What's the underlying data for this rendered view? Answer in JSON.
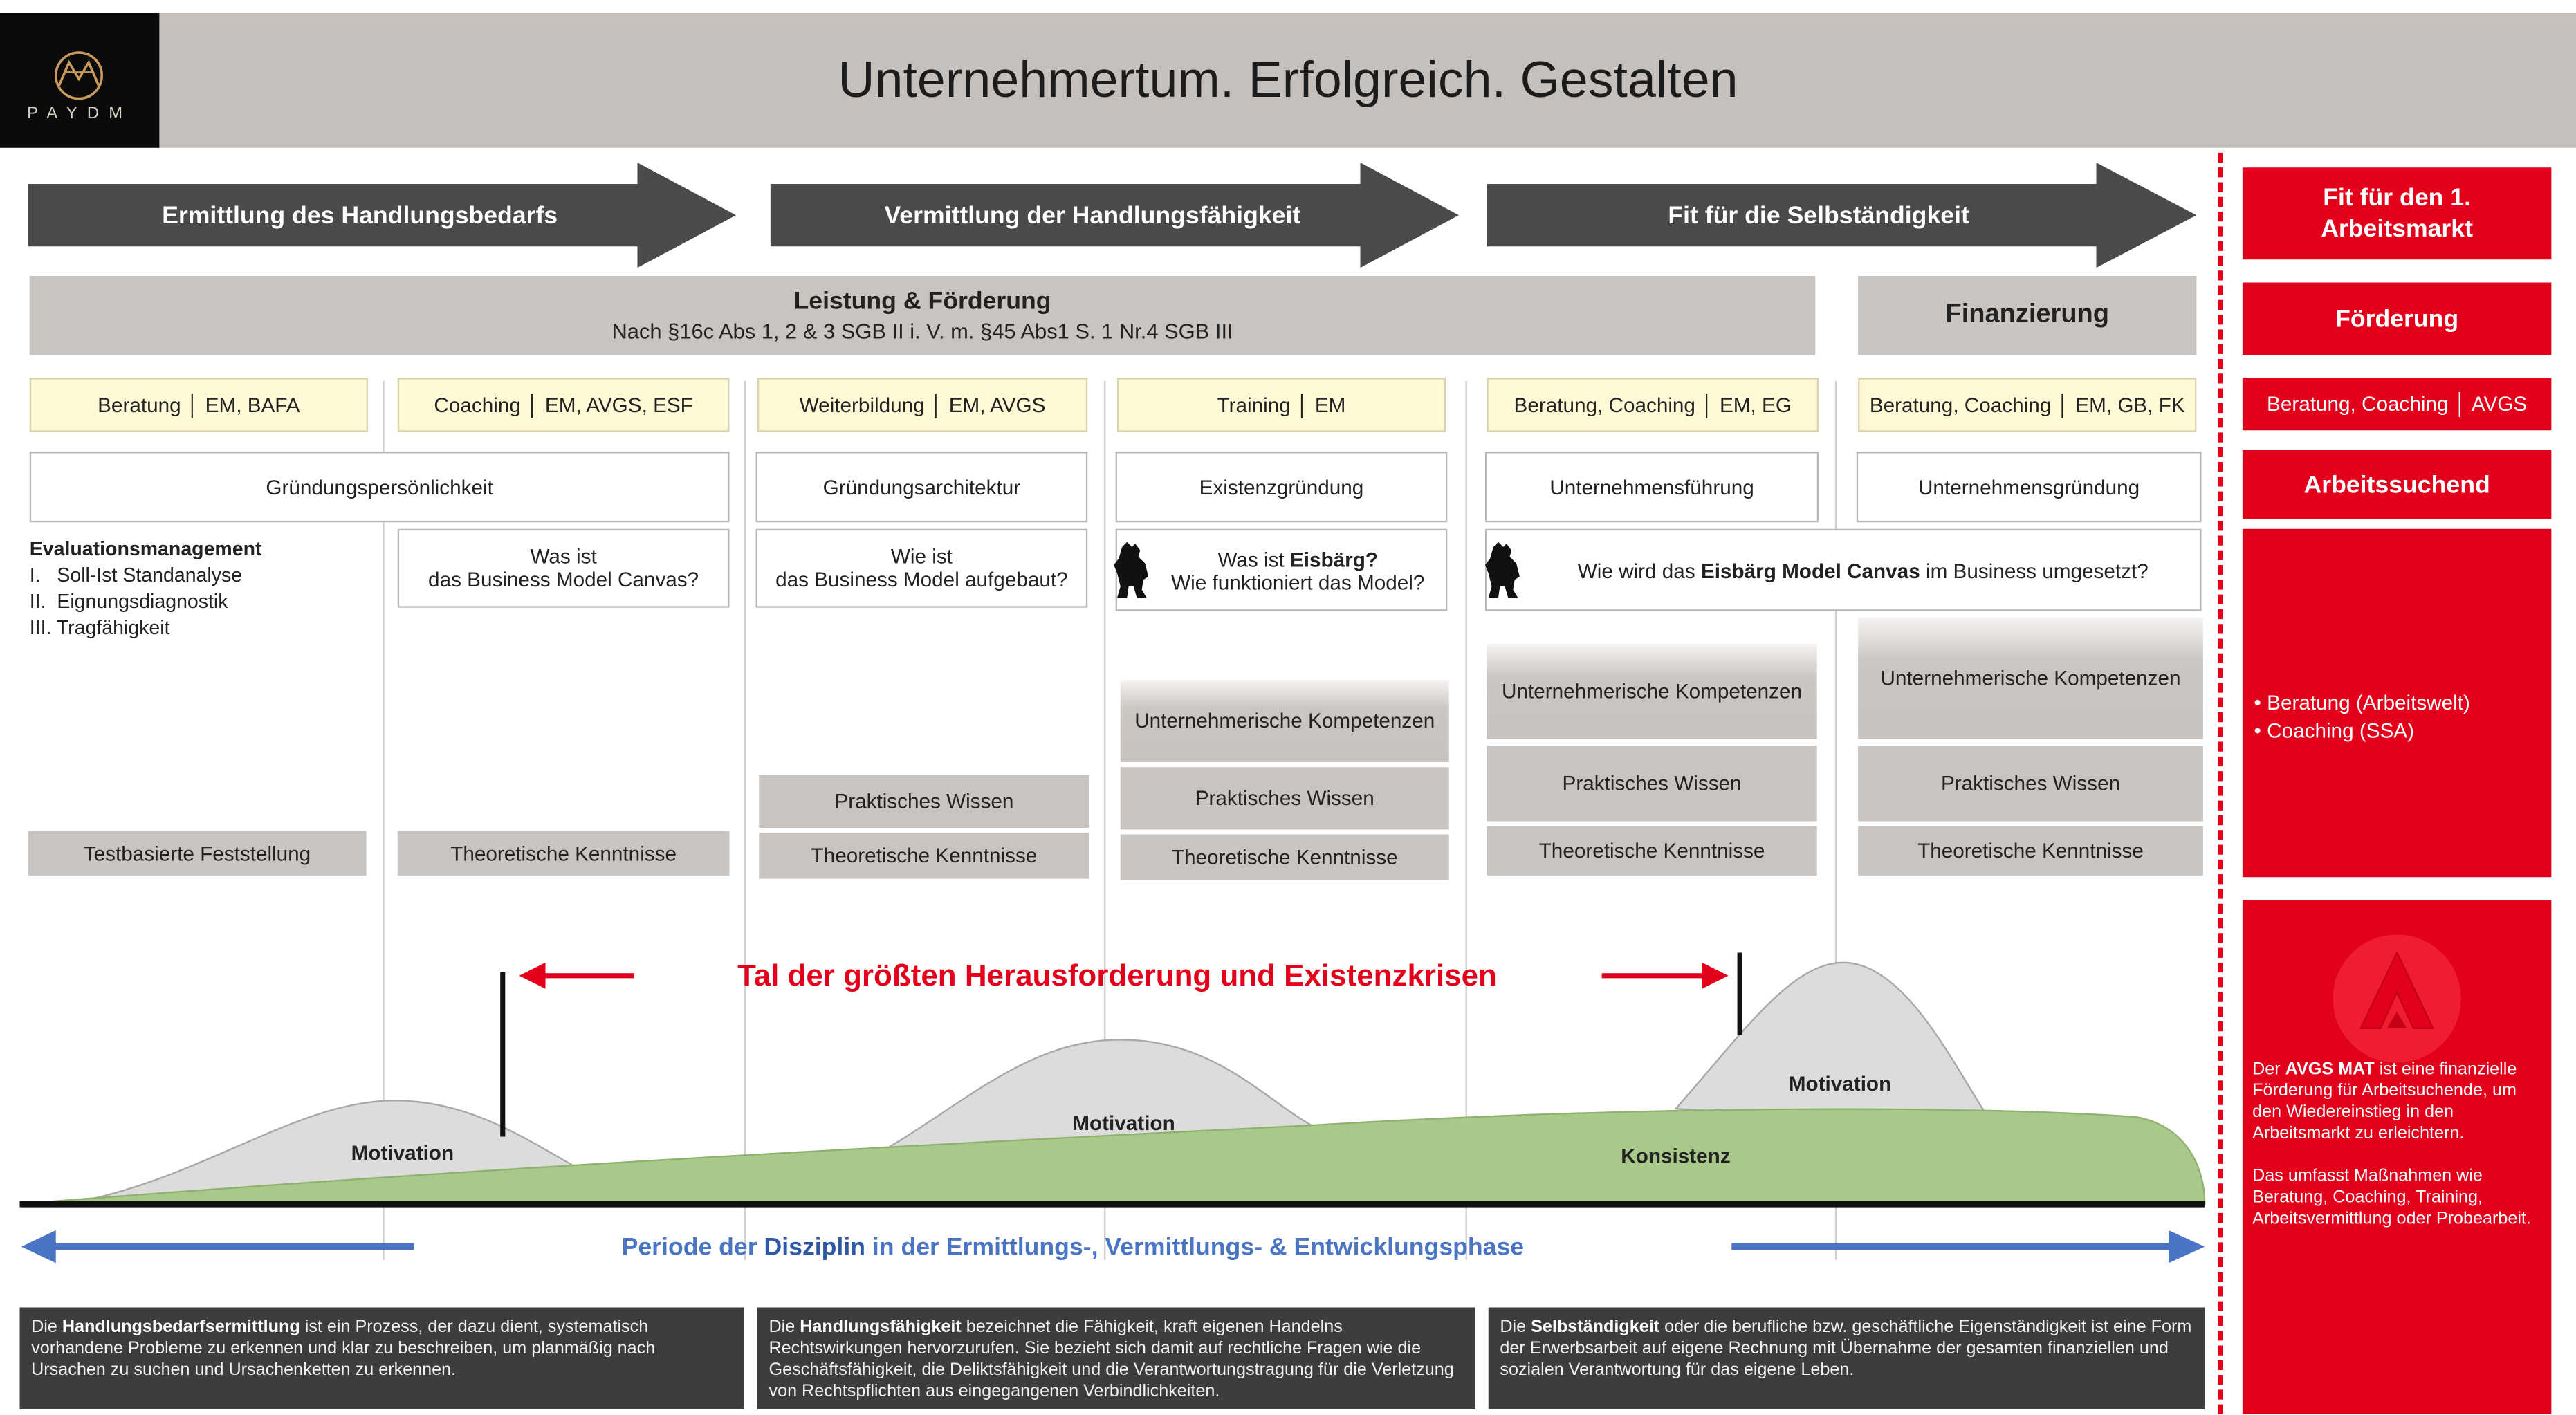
{
  "header": {
    "title": "Unternehmertum. Erfolgreich. Gestalten",
    "logo_text": "PAYDM"
  },
  "arrows": [
    "Ermittlung des Handlungsbedarfs",
    "Vermittlung der Handlungsfähigkeit",
    "Fit für die Selbständigkeit"
  ],
  "leistung": {
    "title": "Leistung & Förderung",
    "subtitle": "Nach §16c Abs 1, 2 & 3 SGB II  i. V. m. §45 Abs1 S. 1 Nr.4 SGB III"
  },
  "finanzierung": "Finanzierung",
  "services": [
    "Beratung │ EM, BAFA",
    "Coaching │ EM, AVGS, ESF",
    "Weiterbildung │ EM, AVGS",
    "Training │ EM",
    "Beratung, Coaching │ EM, EG",
    "Beratung, Coaching │ EM, GB, FK"
  ],
  "topics": [
    "Gründungspersönlichkeit",
    "Gründungsarchitektur",
    "Existenzgründung",
    "Unternehmensführung",
    "Unternehmensgründung"
  ],
  "evaluation": {
    "title": "Evaluationsmanagement",
    "items": [
      "I.   Soll-Ist Standanalyse",
      "II.  Eignungsdiagnostik",
      "III. Tragfähigkeit"
    ]
  },
  "questions": {
    "q1_line1": "Was ist",
    "q1_line2": "das Business Model Canvas?",
    "q2_line1": "Wie ist",
    "q2_line2": "das Business Model aufgebaut?",
    "q3_pre": "Was ist ",
    "q3_bold": "Eisbärg?",
    "q3_line2": "Wie funktioniert das Model?",
    "q4_pre": "Wie wird das ",
    "q4_bold": "Eisbärg Model Canvas",
    "q4_post": " im Business umgesetzt?"
  },
  "blocks": {
    "testbasiert": "Testbasierte Feststellung",
    "theoretisch": "Theoretische Kenntnisse",
    "praktisch": "Praktisches Wissen",
    "kompetenzen": "Unternehmerische Kompetenzen"
  },
  "curve": {
    "tal": "Tal der größten Herausforderung und Existenzkrisen",
    "motivation": "Motivation",
    "konsistenz": "Konsistenz",
    "periode_pre": "Periode der ",
    "periode_bold": "Disziplin",
    "periode_post": " in der Ermittlungs-, Vermittlungs- & Entwicklungsphase"
  },
  "descriptions": [
    {
      "bold": "Handlungsbedarfsermittlung",
      "pre": "Die ",
      "post": " ist ein Prozess, der dazu dient, systematisch vorhandene Probleme zu erkennen und klar zu beschreiben, um planmäßig nach Ursachen zu suchen und Ursachenketten zu erkennen."
    },
    {
      "bold": "Handlungsfähigkeit",
      "pre": "Die ",
      "post": " bezeichnet die Fähigkeit, kraft eigenen Handelns Rechtswirkungen hervorzurufen. Sie bezieht sich damit auf rechtliche Fragen wie die Geschäftsfähigkeit, die Deliktsfähigkeit und die Verantwortungstragung für die Verletzung von Rechtspflichten aus eingegangenen Verbindlichkeiten."
    },
    {
      "bold": "Selbständigkeit",
      "pre": "Die ",
      "post": " oder die berufliche bzw. geschäftliche Eigenständigkeit ist eine Form der Erwerbsarbeit auf eigene Rechnung mit Übernahme der gesamten finanziellen und sozialen Verantwortung für das eigene Leben."
    }
  ],
  "sidebar": {
    "fit_line1": "Fit für den 1.",
    "fit_line2": "Arbeitsmarkt",
    "foerderung": "Förderung",
    "beratung": "Beratung, Coaching │ AVGS",
    "arbeitsuchend": "Arbeitssuchend",
    "bullets": [
      "• Beratung (Arbeitswelt)",
      "• Coaching (SSA)"
    ],
    "avgs_pre": "Der ",
    "avgs_bold": "AVGS MAT",
    "avgs_post": " ist eine finanzielle Förderung für Arbeitsuchende, um den Wiedereinstieg in den Arbeitsmarkt zu erleichtern.",
    "avgs_p2": "Das umfasst Maßnahmen wie Beratung, Coaching, Training, Arbeitsvermittlung oder Probearbeit."
  },
  "colors": {
    "red": "#e3001b",
    "blue": "#4a74c4",
    "green": "#a9c98a",
    "arrow": "#4a4a4a"
  }
}
